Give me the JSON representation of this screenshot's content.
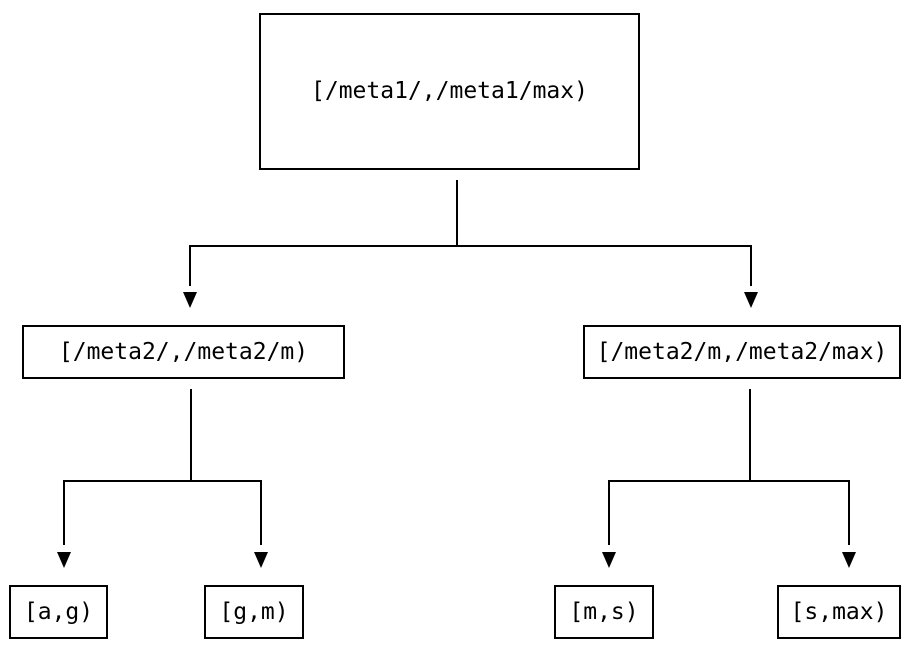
{
  "diagram": {
    "type": "tree",
    "colors": {
      "background": "#ffffff",
      "line": "#000000",
      "box_border": "#000000",
      "text": "#000000"
    },
    "nodes": [
      {
        "id": "root",
        "label": "[/meta1/,/meta1/max)",
        "level": 0
      },
      {
        "id": "meta2-low",
        "label": "[/meta2/,/meta2/m)",
        "level": 1
      },
      {
        "id": "meta2-high",
        "label": "[/meta2/m,/meta2/max)",
        "level": 1
      },
      {
        "id": "a-g",
        "label": "[a,g)",
        "level": 2
      },
      {
        "id": "g-m",
        "label": "[g,m)",
        "level": 2
      },
      {
        "id": "m-s",
        "label": "[m,s)",
        "level": 2
      },
      {
        "id": "s-max",
        "label": "[s,max)",
        "level": 2
      }
    ],
    "edges": [
      {
        "from": "root",
        "to": "meta2-low"
      },
      {
        "from": "root",
        "to": "meta2-high"
      },
      {
        "from": "meta2-low",
        "to": "a-g"
      },
      {
        "from": "meta2-low",
        "to": "g-m"
      },
      {
        "from": "meta2-high",
        "to": "m-s"
      },
      {
        "from": "meta2-high",
        "to": "s-max"
      }
    ]
  }
}
